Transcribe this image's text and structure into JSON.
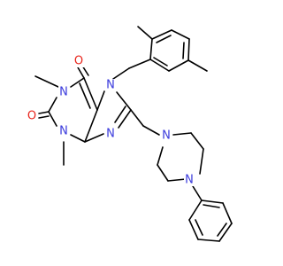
{
  "colors": {
    "carbon": "#000000",
    "nitrogen": "#3a3adc",
    "oxygen": "#e8251c",
    "background": "#ffffff"
  },
  "atom_labels": {
    "o_top": "O",
    "o_left": "O",
    "n1": "N",
    "n3": "N",
    "n7": "N",
    "n9": "N",
    "n_pip_a": "N",
    "n_pip_b": "N"
  }
}
